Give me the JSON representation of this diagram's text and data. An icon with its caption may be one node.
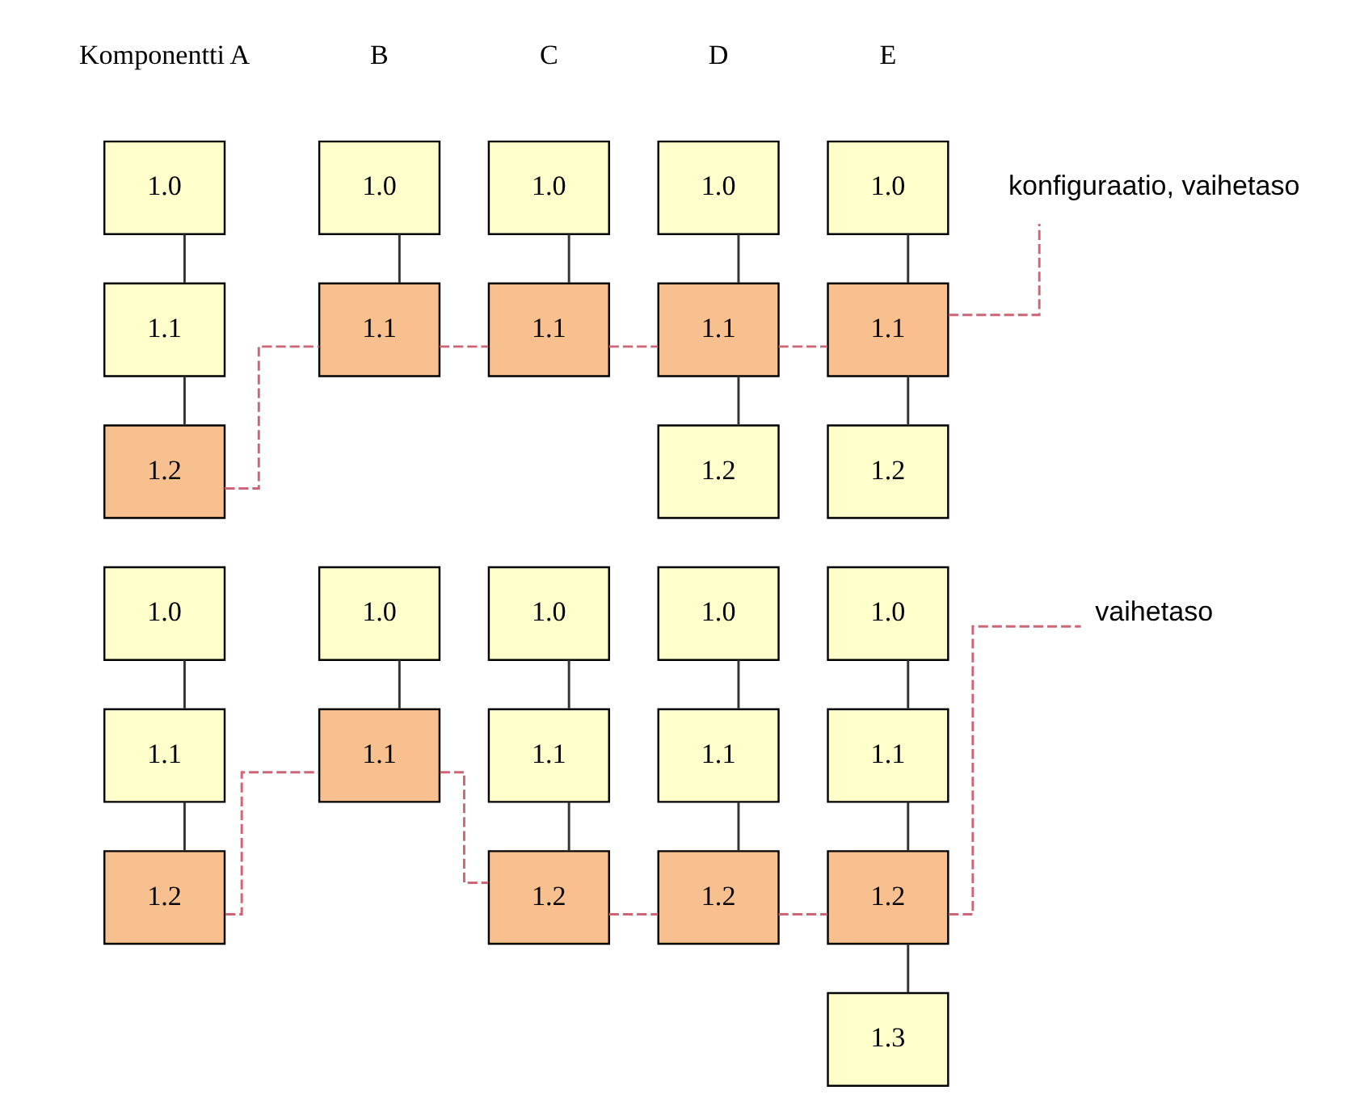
{
  "diagram": {
    "nodes": [
      {
        "text": [
          "1.0"
        ]
      },
      {
        "text": [
          "1.0"
        ]
      },
      {
        "text": [
          "1.0"
        ]
      },
      {
        "text": [
          "1.0"
        ]
      },
      {
        "text": [
          "1.0"
        ]
      },
      {
        "text": [
          "konfiguraatio, vaihetaso"
        ]
      },
      {
        "text": [
          "1.1"
        ]
      },
      {
        "text": [
          "1.1"
        ]
      },
      {
        "text": [
          "1.1"
        ]
      },
      {
        "text": [
          "1.1"
        ]
      },
      {
        "text": [
          "1.1"
        ]
      },
      {
        "text": [
          "1.2"
        ]
      },
      {
        "text": [
          "1.2"
        ]
      },
      {
        "text": [
          "1.2"
        ]
      },
      {
        "text": [
          "1.0"
        ]
      },
      {
        "text": [
          "1.0"
        ]
      },
      {
        "text": [
          "1.0"
        ]
      },
      {
        "text": [
          "1.0"
        ]
      },
      {
        "text": [
          "1.0"
        ]
      },
      {
        "text": [
          "vaihetaso"
        ]
      },
      {
        "text": [
          "1.1"
        ]
      },
      {
        "text": [
          "1.1"
        ]
      },
      {
        "text": [
          "1.1"
        ]
      },
      {
        "text": [
          "1.1"
        ]
      },
      {
        "text": [
          "1.1"
        ]
      },
      {
        "text": [
          "1.2"
        ]
      },
      {
        "text": [
          "1.2"
        ]
      },
      {
        "text": [
          "1.2"
        ]
      },
      {
        "text": [
          "1.2"
        ]
      },
      {
        "text": [
          "1.3"
        ]
      }
    ],
    "edges": [
      {
        "from": 0,
        "to": 6,
        "arrow": "none"
      },
      {
        "from": 6,
        "to": 11,
        "arrow": "none"
      },
      {
        "from": 1,
        "to": 7,
        "arrow": "none"
      },
      {
        "from": 2,
        "to": 8,
        "arrow": "none"
      },
      {
        "from": 3,
        "to": 9,
        "arrow": "none"
      },
      {
        "from": 9,
        "to": 12,
        "arrow": "none"
      },
      {
        "from": 4,
        "to": 10,
        "arrow": "none"
      },
      {
        "from": 10,
        "to": 13,
        "arrow": "none"
      },
      {
        "from": 11,
        "to": 7,
        "arrow": "none",
        "style": "dashed",
        "color": "#cc6677"
      },
      {
        "from": 7,
        "to": 8,
        "arrow": "none",
        "style": "dashed",
        "color": "#cc6677"
      },
      {
        "from": 8,
        "to": 9,
        "arrow": "none",
        "style": "dashed",
        "color": "#cc6677"
      },
      {
        "from": 9,
        "to": 10,
        "arrow": "none",
        "style": "dashed",
        "color": "#cc6677"
      },
      {
        "from": 10,
        "to": 5,
        "arrow": "none",
        "style": "dashed",
        "color": "#cc6677"
      },
      {
        "from": 14,
        "to": 20,
        "arrow": "none"
      },
      {
        "from": 20,
        "to": 25,
        "arrow": "none"
      },
      {
        "from": 15,
        "to": 21,
        "arrow": "none"
      },
      {
        "from": 16,
        "to": 22,
        "arrow": "none"
      },
      {
        "from": 22,
        "to": 26,
        "arrow": "none"
      },
      {
        "from": 17,
        "to": 23,
        "arrow": "none"
      },
      {
        "from": 23,
        "to": 27,
        "arrow": "none"
      },
      {
        "from": 18,
        "to": 24,
        "arrow": "none"
      },
      {
        "from": 24,
        "to": 28,
        "arrow": "none"
      },
      {
        "from": 28,
        "to": 29,
        "arrow": "none"
      },
      {
        "from": 25,
        "to": 21,
        "arrow": "none",
        "style": "dashed",
        "color": "#cc6677"
      },
      {
        "from": 21,
        "to": 26,
        "arrow": "none",
        "style": "dashed",
        "color": "#cc6677"
      },
      {
        "from": 26,
        "to": 27,
        "arrow": "none",
        "style": "dashed",
        "color": "#cc6677"
      },
      {
        "from": 27,
        "to": 28,
        "arrow": "none",
        "style": "dashed",
        "color": "#cc6677"
      },
      {
        "from": 28,
        "to": 19,
        "arrow": "none",
        "style": "dashed",
        "color": "#cc6677"
      }
    ],
    "labels": [
      "Komponentti A",
      "B",
      "C",
      "D",
      "E"
    ]
  }
}
